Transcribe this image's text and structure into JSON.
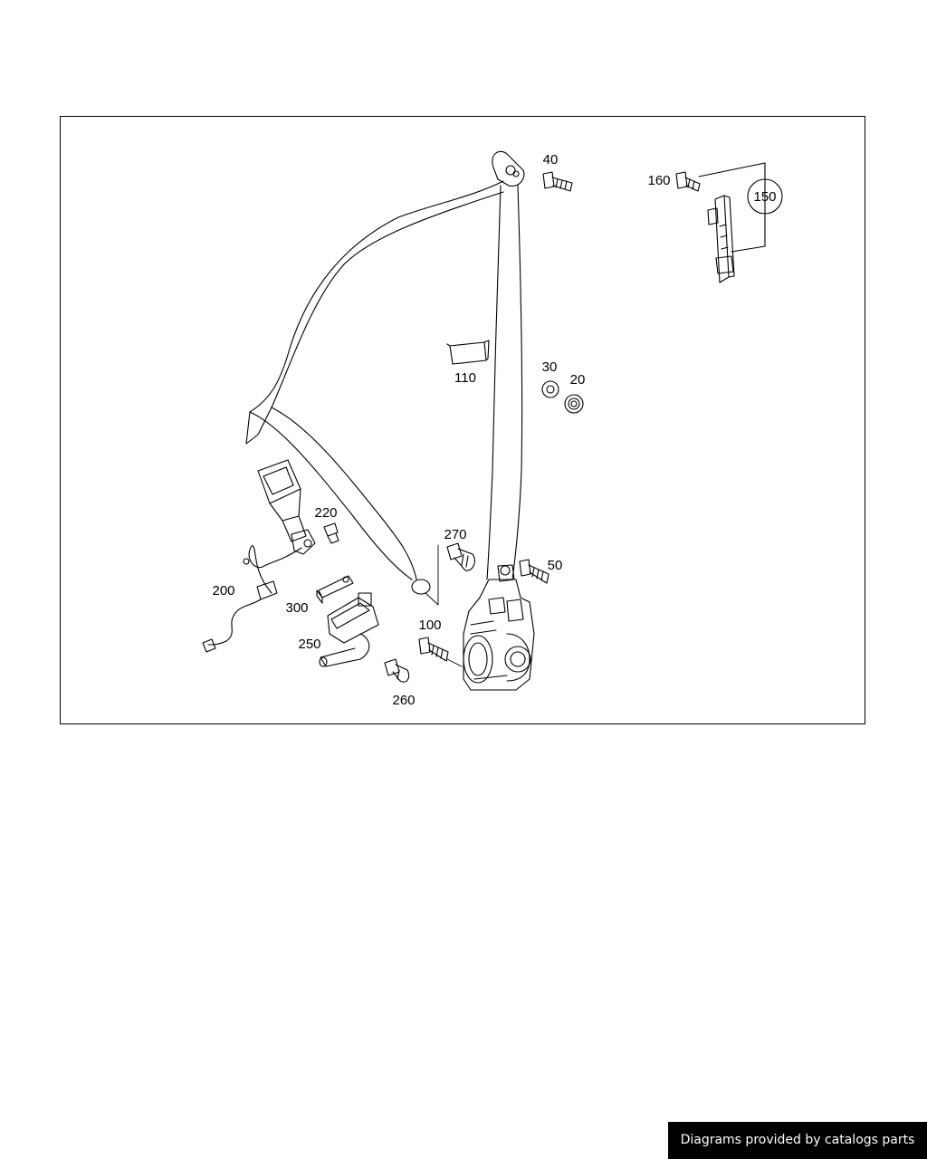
{
  "diagram": {
    "callouts": {
      "p40": "40",
      "p160": "160",
      "p150": "150",
      "p110": "110",
      "p30": "30",
      "p20": "20",
      "p220": "220",
      "p270": "270",
      "p50": "50",
      "p200": "200",
      "p300": "300",
      "p100": "100",
      "p250": "250",
      "p260": "260"
    }
  },
  "footer": {
    "credit": "Diagrams provided by catalogs parts"
  }
}
